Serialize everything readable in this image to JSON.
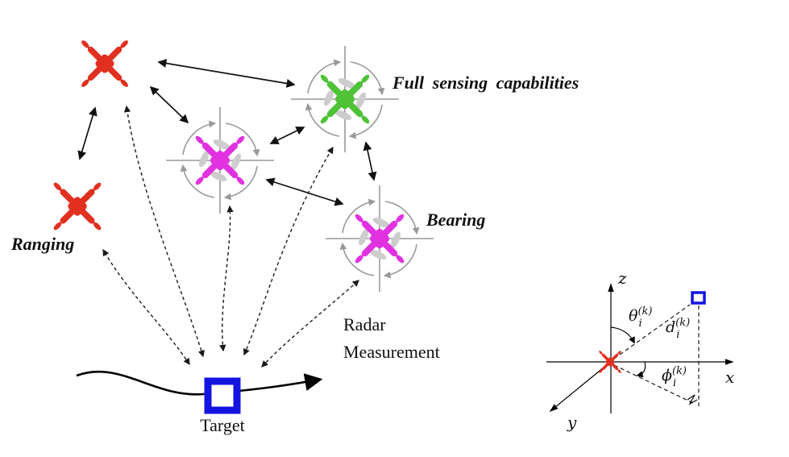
{
  "figure": {
    "labels": {
      "full_sensing": "Full sensing capabilities",
      "bearing": "Bearing",
      "ranging": "Ranging",
      "radar_line1": "Radar",
      "radar_line2": "Measurement",
      "target": "Target"
    },
    "axes": {
      "x": "x",
      "y": "y",
      "z": "z"
    },
    "math": {
      "theta": {
        "base": "θ",
        "sub": "i",
        "sup": "(k)"
      },
      "d": {
        "base": "d",
        "sub": "i",
        "sup": "(k)"
      },
      "phi": {
        "base": "ϕ",
        "sub": "i",
        "sup": "(k)"
      }
    },
    "colors": {
      "ranging_drone": "#e1301f",
      "bearing_drone": "#e132e1",
      "full_drone": "#50c238",
      "target": "#1414e0",
      "gimbal": "#999999",
      "link": "#111111"
    }
  }
}
